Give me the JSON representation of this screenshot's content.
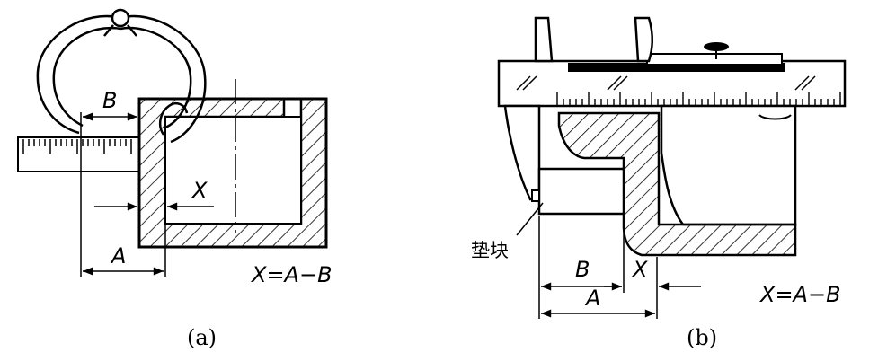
{
  "panel_a": {
    "caption": "(a)",
    "label_b": "B",
    "label_x": "X",
    "label_a": "A",
    "formula": "X=A−B"
  },
  "panel_b": {
    "caption": "(b)",
    "label_pad": "垫块",
    "label_b": "B",
    "label_x": "X",
    "label_a": "A",
    "formula": "X=A−B"
  }
}
